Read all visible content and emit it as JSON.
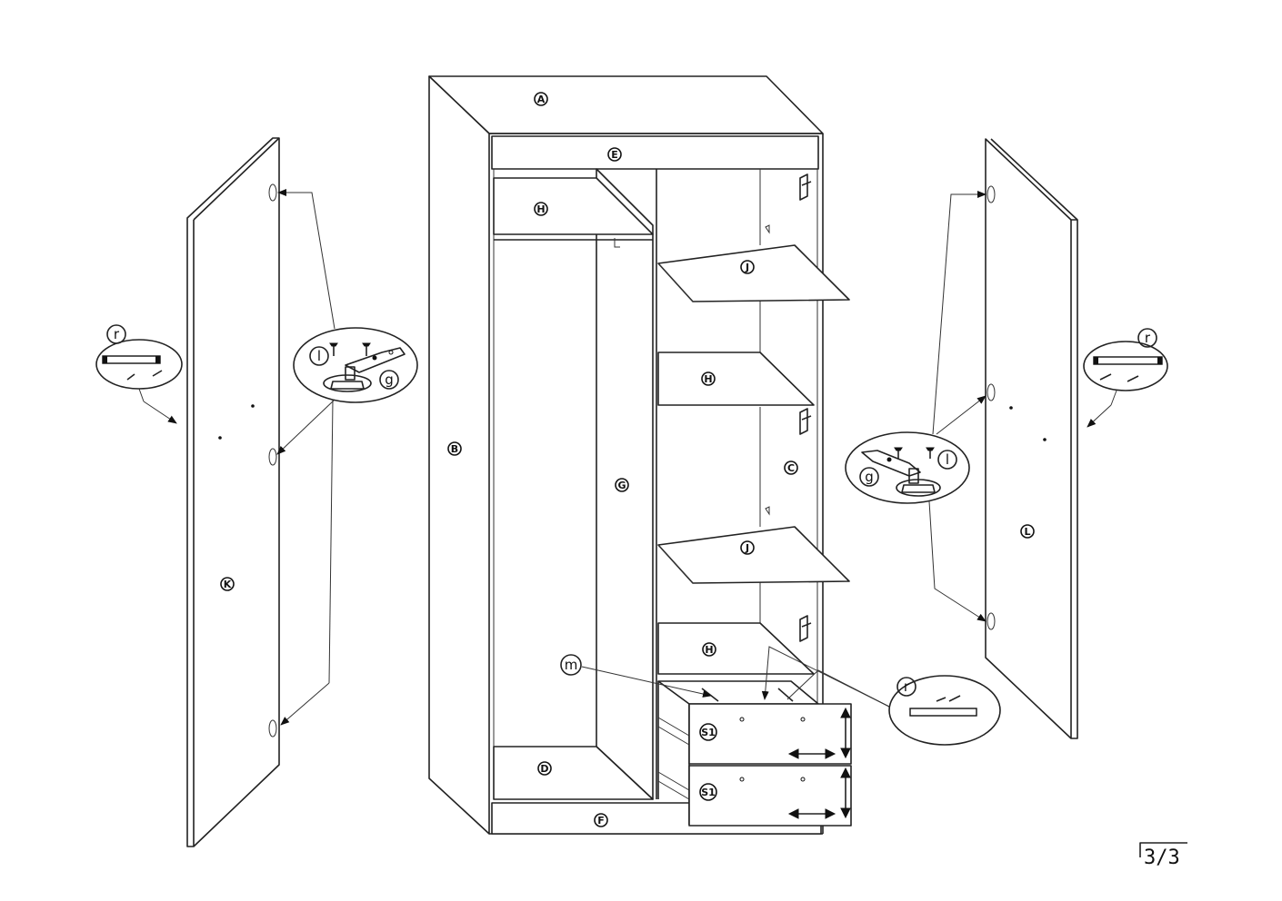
{
  "part_labels": {
    "A": "A",
    "B": "B",
    "C": "C",
    "D": "D",
    "E": "E",
    "F": "F",
    "G": "G",
    "H_top": "H",
    "H_mid": "H",
    "H_low": "H",
    "J_top": "J",
    "J_low": "J",
    "K": "K",
    "L": "L",
    "S1_top": "S1",
    "S1_bottom": "S1"
  },
  "callouts": {
    "handle_left": "r",
    "handle_right": "r",
    "handle_drawer": "r",
    "hinge_left_screw": "l",
    "hinge_left_hinge": "g",
    "hinge_right_screw": "l",
    "hinge_right_hinge": "g",
    "drawer_screw": "m"
  },
  "page_number": "3/3"
}
